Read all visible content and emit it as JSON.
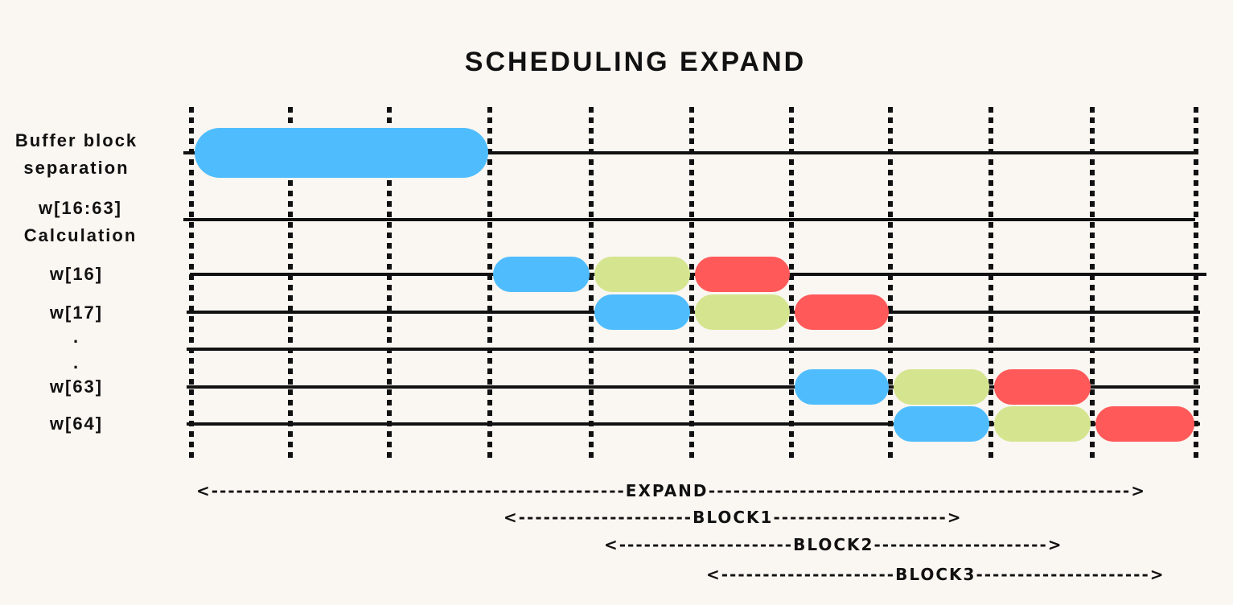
{
  "title": "SCHEDULING EXPAND",
  "colors": {
    "background": "#faf6f1",
    "line": "#111111",
    "blue": "#4fbdfd",
    "green": "#d5e58f",
    "red": "#ff5959"
  },
  "labels": {
    "buffer_1": "Buffer block",
    "buffer_2": "separation",
    "calc_1": "w[16:63]",
    "calc_2": "Calculation",
    "w16": "w[16]",
    "w17": "w[17]",
    "dot1": ".",
    "dot2": ".",
    "w63": "w[63]",
    "w64": "w[64]"
  },
  "spans": {
    "expand": "<--------------------------------------------------EXPAND--------------------------------------------------->",
    "block1": "<---------------------BLOCK1--------------------->",
    "block2": "<---------------------BLOCK2--------------------->",
    "block3": "<---------------------BLOCK3--------------------->"
  },
  "schedule": {
    "slot_count": 10,
    "bars": [
      {
        "row": "buffer",
        "start": 0,
        "end": 3,
        "color": "blue"
      },
      {
        "row": "w16",
        "start": 3,
        "end": 4,
        "color": "blue"
      },
      {
        "row": "w16",
        "start": 4,
        "end": 5,
        "color": "green"
      },
      {
        "row": "w16",
        "start": 5,
        "end": 6,
        "color": "red"
      },
      {
        "row": "w17",
        "start": 4,
        "end": 5,
        "color": "blue"
      },
      {
        "row": "w17",
        "start": 5,
        "end": 6,
        "color": "green"
      },
      {
        "row": "w17",
        "start": 6,
        "end": 7,
        "color": "red"
      },
      {
        "row": "w63",
        "start": 6,
        "end": 7,
        "color": "blue"
      },
      {
        "row": "w63",
        "start": 7,
        "end": 8,
        "color": "green"
      },
      {
        "row": "w63",
        "start": 8,
        "end": 9,
        "color": "red"
      },
      {
        "row": "w64",
        "start": 7,
        "end": 8,
        "color": "blue"
      },
      {
        "row": "w64",
        "start": 8,
        "end": 9,
        "color": "green"
      },
      {
        "row": "w64",
        "start": 9,
        "end": 10,
        "color": "red"
      }
    ]
  }
}
